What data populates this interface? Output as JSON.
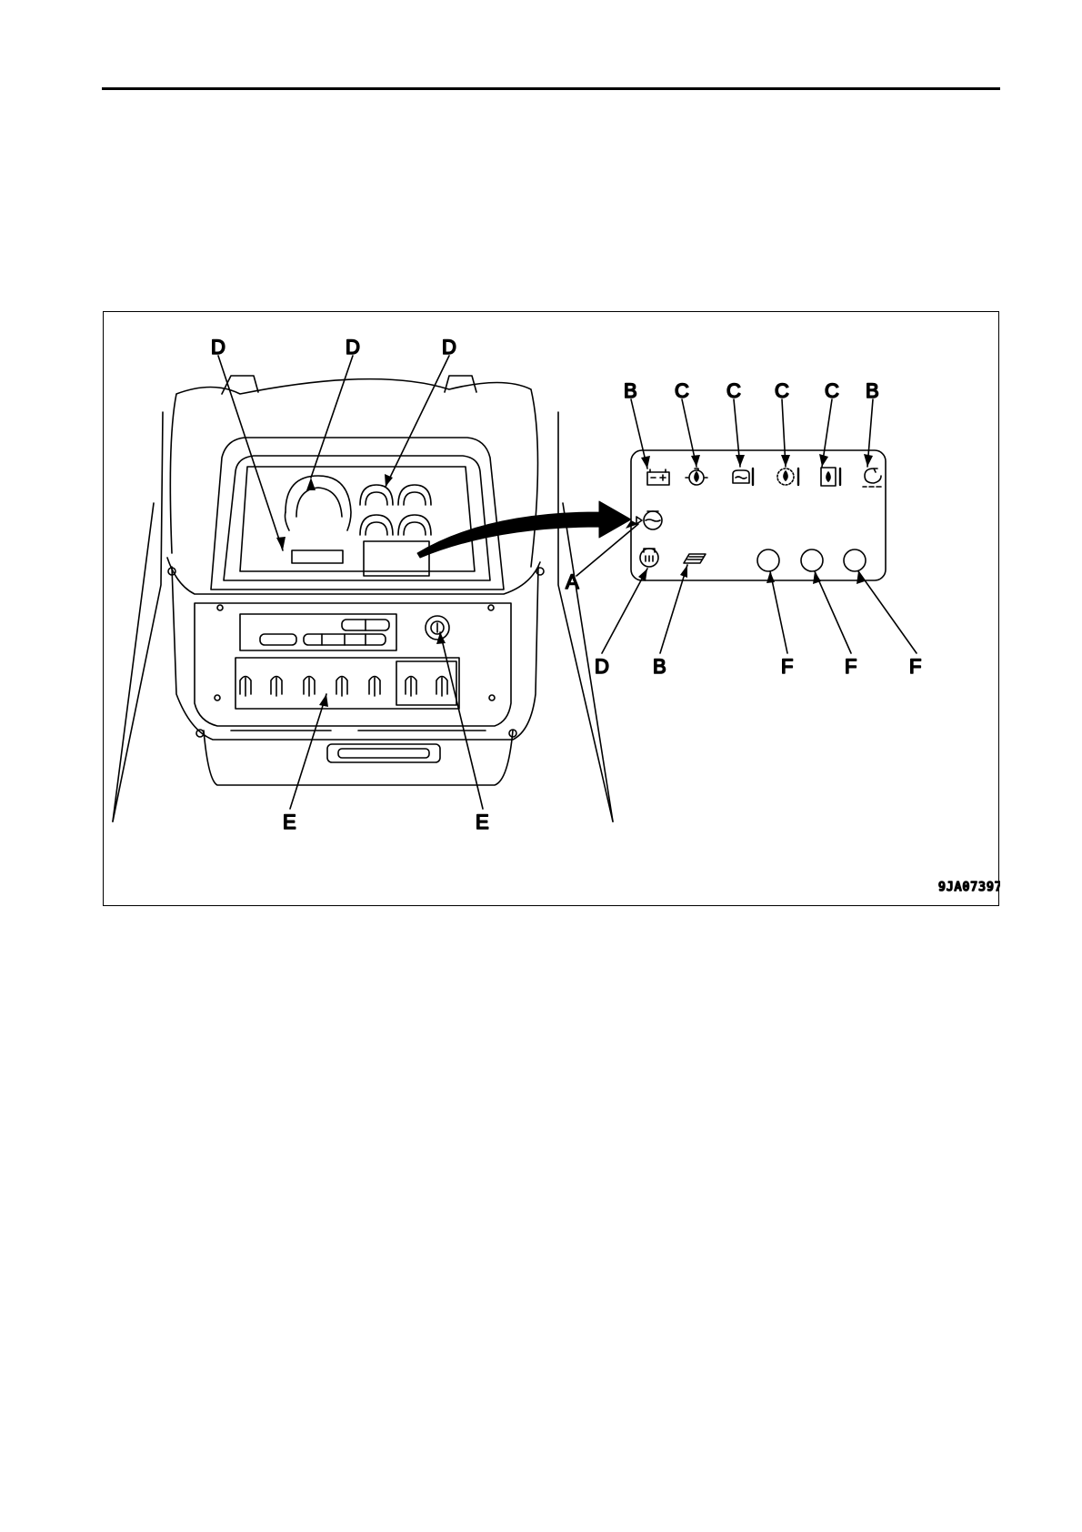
{
  "labels": {
    "D_top_1": "D",
    "D_top_2": "D",
    "D_top_3": "D",
    "B_top_1": "B",
    "C_top_1": "C",
    "C_top_2": "C",
    "C_top_3": "C",
    "C_top_4": "C",
    "B_top_2": "B",
    "A": "A",
    "D_bottom": "D",
    "B_bottom": "B",
    "F_1": "F",
    "F_2": "F",
    "F_3": "F",
    "E_1": "E",
    "E_2": "E"
  },
  "figure_code": "9JA07397",
  "icons": [
    "battery-icon",
    "oil-pressure-icon",
    "coolant-temperature-icon",
    "power-train-oil-temperature-icon",
    "hydraulic-oil-temperature-icon",
    "charge-level-icon",
    "coolant-level-icon",
    "preheat-icon",
    "air-cleaner-icon"
  ]
}
